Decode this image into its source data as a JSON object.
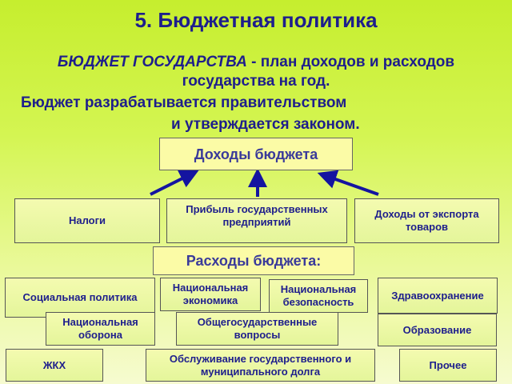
{
  "title": "5. Бюджетная политика",
  "definition": {
    "term": "БЮДЖЕТ ГОСУДАРСТВА",
    "text": " - план доходов и расходов государства на год."
  },
  "line1": "Бюджет разрабатывается правительством",
  "line2": "и утверждается законом.",
  "income": {
    "header": "Доходы бюджета",
    "items": [
      "Налоги",
      "Прибыль государственных предприятий",
      "Доходы от экспорта товаров"
    ]
  },
  "expenses": {
    "header": "Расходы бюджета:",
    "items": [
      "Социальная политика",
      "Национальная экономика",
      "Национальная безопасность",
      "Здравоохранение",
      "Национальная оборона",
      "Общегосударственные вопросы",
      "Образование",
      "ЖКХ",
      "Обслуживание государственного и муниципального долга",
      "Прочее"
    ]
  }
}
